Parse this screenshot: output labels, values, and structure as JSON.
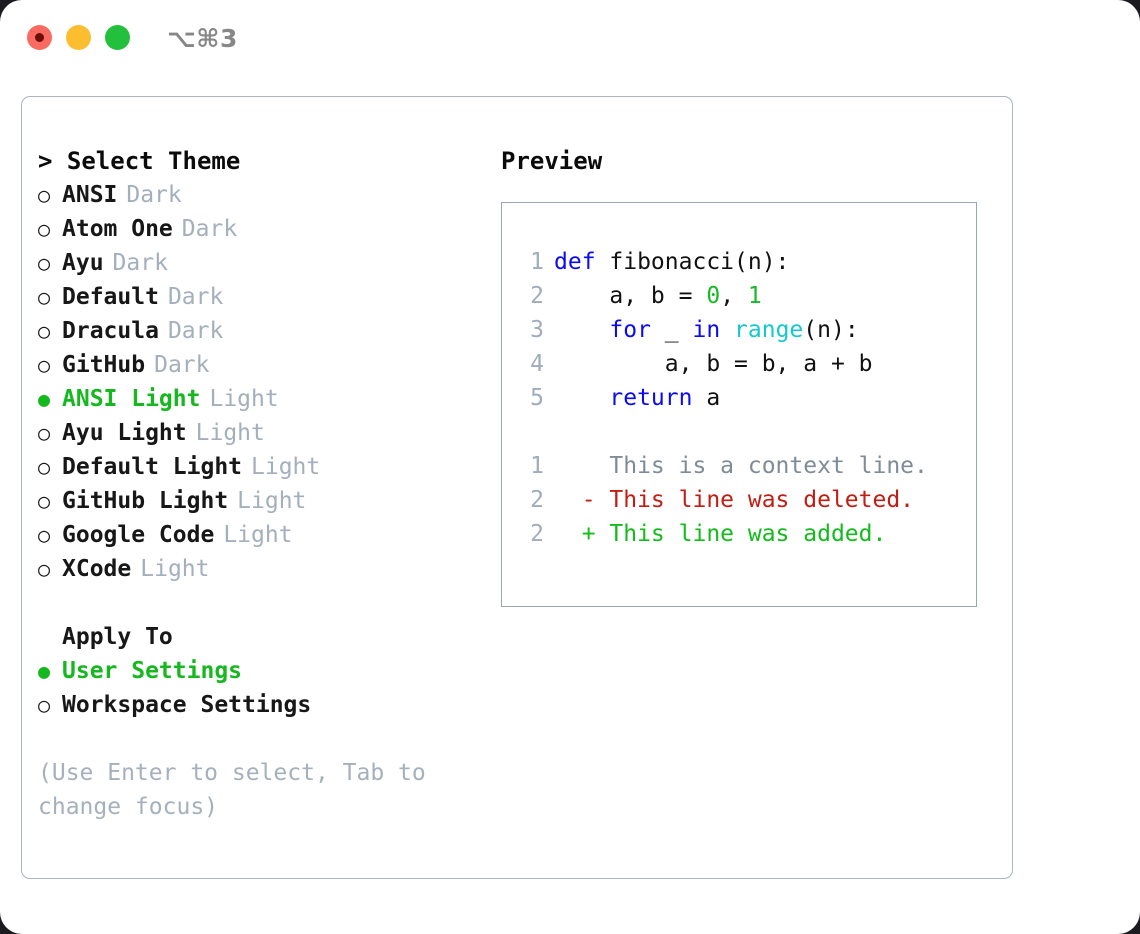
{
  "titlebar": {
    "shortcut": "⌥⌘3",
    "buttons": [
      {
        "name": "close",
        "color": "#f96b60"
      },
      {
        "name": "minimize",
        "color": "#fcbd2e"
      },
      {
        "name": "maximize",
        "color": "#22c03c"
      }
    ]
  },
  "theme_panel": {
    "heading": "> Select Theme",
    "items": [
      {
        "marker": "○",
        "label": "ANSI",
        "tag": "Dark",
        "selected": false
      },
      {
        "marker": "○",
        "label": "Atom One",
        "tag": "Dark",
        "selected": false
      },
      {
        "marker": "○",
        "label": "Ayu",
        "tag": "Dark",
        "selected": false
      },
      {
        "marker": "○",
        "label": "Default",
        "tag": "Dark",
        "selected": false
      },
      {
        "marker": "○",
        "label": "Dracula",
        "tag": "Dark",
        "selected": false
      },
      {
        "marker": "○",
        "label": "GitHub",
        "tag": "Dark",
        "selected": false
      },
      {
        "marker": "●",
        "label": "ANSI Light",
        "tag": "Light",
        "selected": true
      },
      {
        "marker": "○",
        "label": "Ayu Light",
        "tag": "Light",
        "selected": false
      },
      {
        "marker": "○",
        "label": "Default Light",
        "tag": "Light",
        "selected": false
      },
      {
        "marker": "○",
        "label": "GitHub Light",
        "tag": "Light",
        "selected": false
      },
      {
        "marker": "○",
        "label": "Google Code",
        "tag": "Light",
        "selected": false
      },
      {
        "marker": "○",
        "label": "XCode",
        "tag": "Light",
        "selected": false
      }
    ]
  },
  "apply_to": {
    "heading": "Apply To",
    "items": [
      {
        "marker": "●",
        "label": "User Settings",
        "selected": true
      },
      {
        "marker": "○",
        "label": "Workspace Settings",
        "selected": false
      }
    ]
  },
  "hint": "(Use Enter to select, Tab to change focus)",
  "preview": {
    "heading": "Preview",
    "code_lines": [
      {
        "num": "1",
        "tokens": [
          {
            "t": "def",
            "c": "kw"
          },
          {
            "t": " fibonacci(n):",
            "c": "plain"
          }
        ]
      },
      {
        "num": "2",
        "tokens": [
          {
            "t": "    a, b = ",
            "c": "plain"
          },
          {
            "t": "0",
            "c": "num"
          },
          {
            "t": ", ",
            "c": "plain"
          },
          {
            "t": "1",
            "c": "num"
          }
        ]
      },
      {
        "num": "3",
        "tokens": [
          {
            "t": "    ",
            "c": "plain"
          },
          {
            "t": "for",
            "c": "kw"
          },
          {
            "t": " _ ",
            "c": "plain"
          },
          {
            "t": "in",
            "c": "kw"
          },
          {
            "t": " ",
            "c": "plain"
          },
          {
            "t": "range",
            "c": "fn"
          },
          {
            "t": "(n):",
            "c": "plain"
          }
        ]
      },
      {
        "num": "4",
        "tokens": [
          {
            "t": "        a, b = b, a + b",
            "c": "plain"
          }
        ]
      },
      {
        "num": "5",
        "tokens": [
          {
            "t": "    ",
            "c": "plain"
          },
          {
            "t": "return",
            "c": "kw"
          },
          {
            "t": " a",
            "c": "plain"
          }
        ]
      }
    ],
    "diff_lines": [
      {
        "num": "1",
        "marker": " ",
        "text": " This is a context line.",
        "kind": "diff-ctx"
      },
      {
        "num": "2",
        "marker": "-",
        "text": " This line was deleted.",
        "kind": "diff-del"
      },
      {
        "num": "2",
        "marker": "+",
        "text": " This line was added.",
        "kind": "diff-add"
      }
    ]
  },
  "colors": {
    "accent_green": "#16b81f",
    "tag_gray": "#a4afbd",
    "border": "#aab4c2",
    "keyword_blue": "#0b0bef",
    "function_cyan": "#16c8cd",
    "number_green": "#17bb26",
    "diff_deleted": "#c21d13",
    "diff_added": "#13bb1c",
    "linenumber": "#a0abbb"
  }
}
